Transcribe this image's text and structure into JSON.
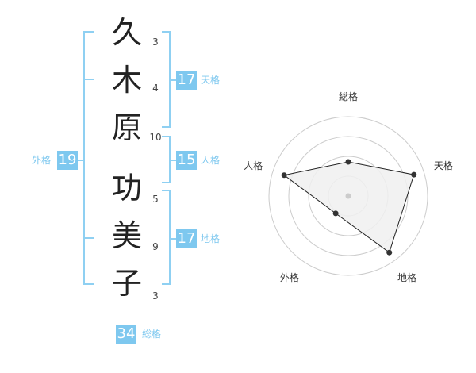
{
  "colors": {
    "bracket": "#8fd0f2",
    "badge": "#7ec8ef",
    "label": "#7ec8ef",
    "grid": "#cccccc",
    "polygon_fill": "#f0f0f0",
    "polygon_stroke": "#222222"
  },
  "surname": [
    {
      "char": "久",
      "strokes": "3"
    },
    {
      "char": "木",
      "strokes": "4"
    },
    {
      "char": "原",
      "strokes": "10"
    }
  ],
  "given": [
    {
      "char": "功",
      "strokes": "5"
    },
    {
      "char": "美",
      "strokes": "9"
    },
    {
      "char": "子",
      "strokes": "3"
    }
  ],
  "fortune": {
    "tenkaku": {
      "value": "17",
      "label": "天格"
    },
    "jinkaku": {
      "value": "15",
      "label": "人格"
    },
    "chikaku": {
      "value": "17",
      "label": "地格"
    },
    "gaikaku": {
      "value": "19",
      "label": "外格"
    },
    "soukaku": {
      "value": "34",
      "label": "総格"
    }
  },
  "chart_data": {
    "type": "radar",
    "axes": [
      "総格",
      "天格",
      "地格",
      "外格",
      "人格"
    ],
    "values": [
      0.43,
      0.87,
      0.88,
      0.27,
      0.85
    ],
    "max": 1,
    "rings": 4
  }
}
